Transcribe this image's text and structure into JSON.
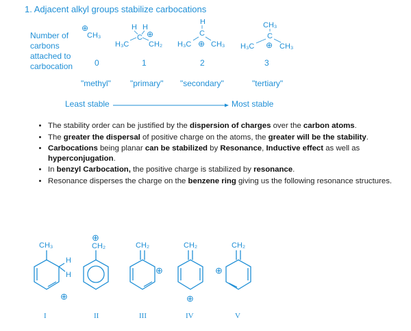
{
  "heading": "1. Adjacent alkyl groups stabilize carbocations",
  "row_label": [
    "Number of",
    "carbons",
    "attached to",
    "carbocation"
  ],
  "counts": [
    "0",
    "1",
    "2",
    "3"
  ],
  "names": [
    "\"methyl\"",
    "\"primary\"",
    "\"secondary\"",
    "\"tertiary\""
  ],
  "stability": {
    "least": "Least stable",
    "most": "Most stable"
  },
  "structures": {
    "methyl": {
      "charge": "⊕",
      "group": "CH₃"
    },
    "primary": {
      "h1": "H",
      "h2": "H",
      "c": "C",
      "left": "H₃C",
      "right": "CH₂",
      "charge": "⊕"
    },
    "secondary": {
      "h": "H",
      "c": "C",
      "left": "H₃C",
      "right": "CH₃",
      "charge": "⊕"
    },
    "tertiary": {
      "top": "CH₃",
      "c": "C",
      "left": "H₃C",
      "right": "CH₃",
      "charge": "⊕"
    }
  },
  "bullets": [
    [
      "The stability order can be justified by the ",
      {
        "b": "dispersion of charges"
      },
      " over the ",
      {
        "b": "carbon atoms"
      },
      "."
    ],
    [
      "The ",
      {
        "b": "greater the dispersal"
      },
      " of positive charge on the atoms, the ",
      {
        "b": "greater will be the stability"
      },
      "."
    ],
    [
      {
        "b": "Carbocations"
      },
      " being planar ",
      {
        "b": "can be stabilized"
      },
      " by ",
      {
        "b": "Resonance"
      },
      ", ",
      {
        "b": "Inductive effect"
      },
      " as well as ",
      {
        "b": "hyperconjugation"
      },
      "."
    ],
    [
      "In ",
      {
        "b": "benzyl Carbocation,"
      },
      " the positive charge is stabilized by ",
      {
        "b": "resonance"
      },
      "."
    ],
    [
      "Resonance disperses the charge on the ",
      {
        "b": "benzene ring"
      },
      " giving us the following resonance structures."
    ]
  ],
  "resonance": {
    "labels": [
      "I",
      "II",
      "III",
      "IV",
      "V"
    ],
    "groups": [
      "CH₃",
      "CH₂",
      "CH₂",
      "CH₂",
      "CH₂"
    ],
    "h_labels": [
      "H",
      "H"
    ],
    "charge": "⊕"
  }
}
